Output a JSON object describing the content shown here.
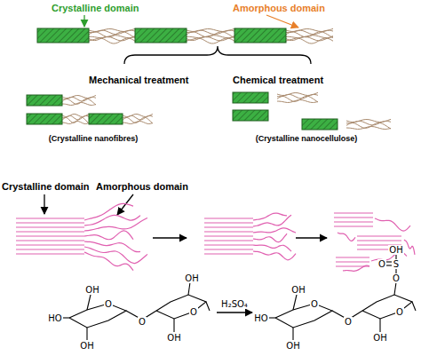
{
  "diagram": {
    "labels": [
      "Crystalline domain",
      "Amorphous domain",
      "Mechanical treatment",
      "Chemical treatment",
      "(Crystalline nanofibres)",
      "(Crystalline nanocellulose)",
      "Crystalline domain",
      "Amorphous domain",
      "OH",
      "OH",
      "O",
      "O",
      "HO",
      "O",
      "OH",
      "OH",
      "H₂SO₄",
      "OH",
      "O",
      "S",
      "O",
      "OH",
      "O",
      "O",
      "HO",
      "O",
      "OH",
      "OH"
    ]
  }
}
